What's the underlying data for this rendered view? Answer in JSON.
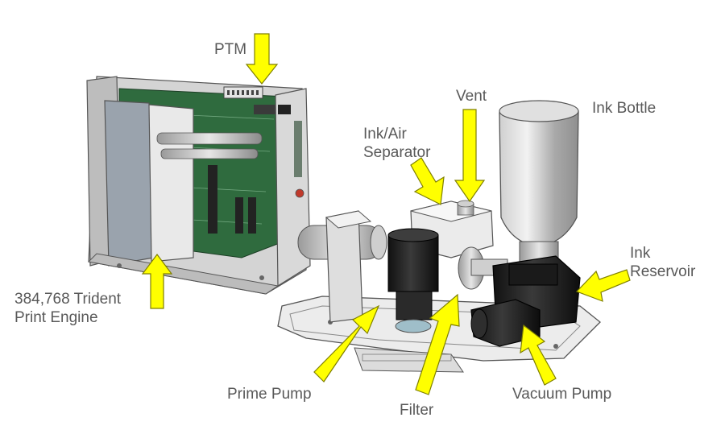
{
  "labels": {
    "ptm": "PTM",
    "vent": "Vent",
    "ink_bottle": "Ink Bottle",
    "ink_air_separator_line1": "Ink/Air",
    "ink_air_separator_line2": "Separator",
    "ink_reservoir_line1": "Ink",
    "ink_reservoir_line2": "Reservoir",
    "print_engine_line1": "384,768 Trident",
    "print_engine_line2": "Print Engine",
    "prime_pump": "Prime Pump",
    "filter": "Filter",
    "vacuum_pump": "Vacuum Pump"
  },
  "colors": {
    "arrow_fill": "#ffff00",
    "arrow_stroke": "#7f7f00",
    "label_text": "#595959",
    "pcb_green": "#2f6b3e",
    "frame_gray": "#c9c9c9",
    "black_part": "#1e1e1e"
  }
}
